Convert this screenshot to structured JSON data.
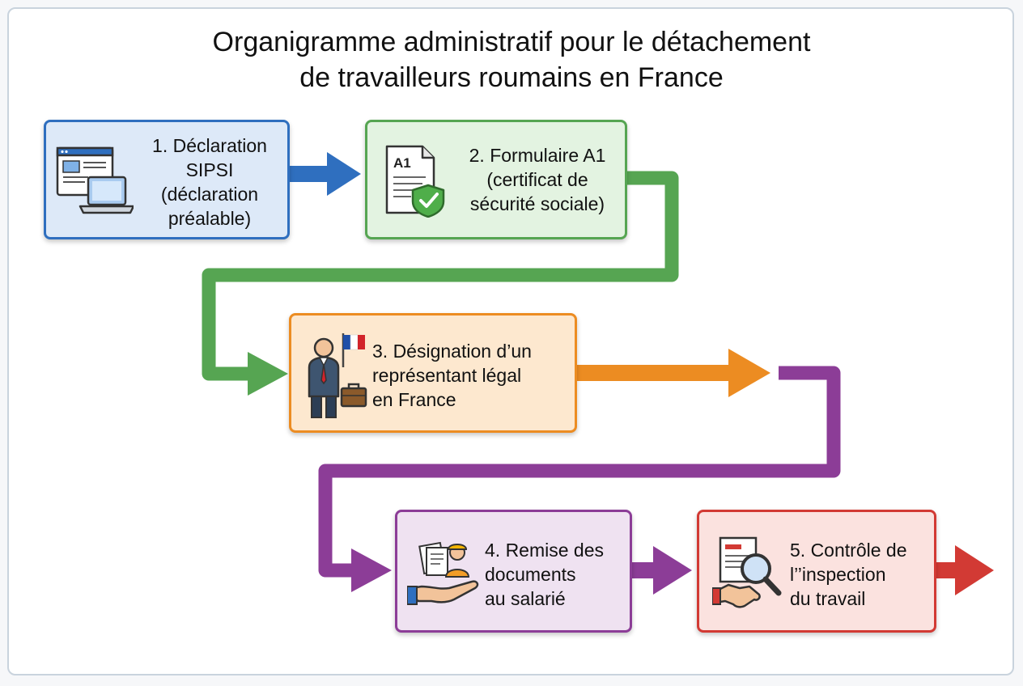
{
  "title": {
    "line1": "Organigramme administratif pour le détachement",
    "line2": "de travailleurs roumains en France"
  },
  "colors": {
    "blue": "#2f6fbf",
    "green": "#56a552",
    "orange": "#ec8c22",
    "purple": "#8c3d97",
    "red": "#d23a34"
  },
  "steps": [
    {
      "label": "1. Déclaration\nSIPSI\n(déclaration\npréalable)",
      "icon": "computer-laptop-icon"
    },
    {
      "label": "2. Formulaire A1\n(certificat de\nsécurité sociale)",
      "icon": "a1-document-shield-icon",
      "icon_text": "A1"
    },
    {
      "label": "3. Désignation d’un\nreprésentant légal\nen France",
      "icon": "representative-french-flag-icon"
    },
    {
      "label": "4. Remise des\ndocuments\nau salarié",
      "icon": "worker-documents-hand-icon"
    },
    {
      "label": "5. Contrôle de\nl’’inspection\ndu travail",
      "icon": "inspection-magnifier-handshake-icon"
    }
  ]
}
